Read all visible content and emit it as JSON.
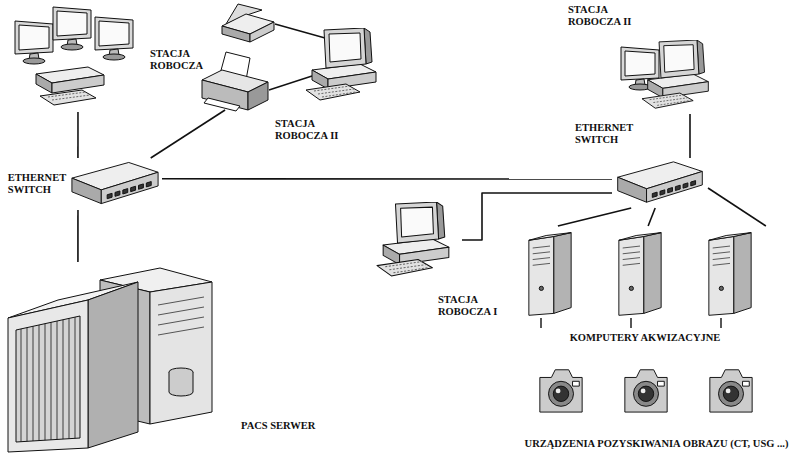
{
  "diagram": {
    "nodes": [
      {
        "text": [
          "STACJA ROBOCZA"
        ]
      },
      {
        "text": [
          "ETHERNET SWITCH"
        ]
      },
      {
        "text": [
          "STACJA ROBOCZA II"
        ]
      },
      {
        "text": [
          "STACJA ROBOCZA II"
        ]
      },
      {
        "text": [
          "ETHERNET SWITCH"
        ]
      },
      {
        "text": [
          "STACJA ROBOCZA I"
        ]
      },
      {
        "text": [
          "PACS SERWER"
        ]
      },
      {
        "text": [
          "KOMPUTERY AKWIZACYJNE"
        ]
      },
      {
        "text": [
          "URZĄDZENIA POZYSKIWANIA OBRAZU (CT, USG ...)"
        ]
      }
    ],
    "edges": [
      {
        "from": 0,
        "to": 1,
        "arrow": "none"
      },
      {
        "from": 1,
        "to": 6,
        "arrow": "none"
      },
      {
        "from": 1,
        "to": 2,
        "arrow": "none"
      },
      {
        "from": 1,
        "to": 4,
        "arrow": "none"
      },
      {
        "from": 4,
        "to": 3,
        "arrow": "none"
      },
      {
        "from": 4,
        "to": 5,
        "arrow": "none"
      },
      {
        "from": 4,
        "to": 7,
        "arrow": "none"
      },
      {
        "from": 4,
        "to": 7,
        "arrow": "none"
      },
      {
        "from": 4,
        "to": 7,
        "arrow": "none"
      }
    ]
  }
}
